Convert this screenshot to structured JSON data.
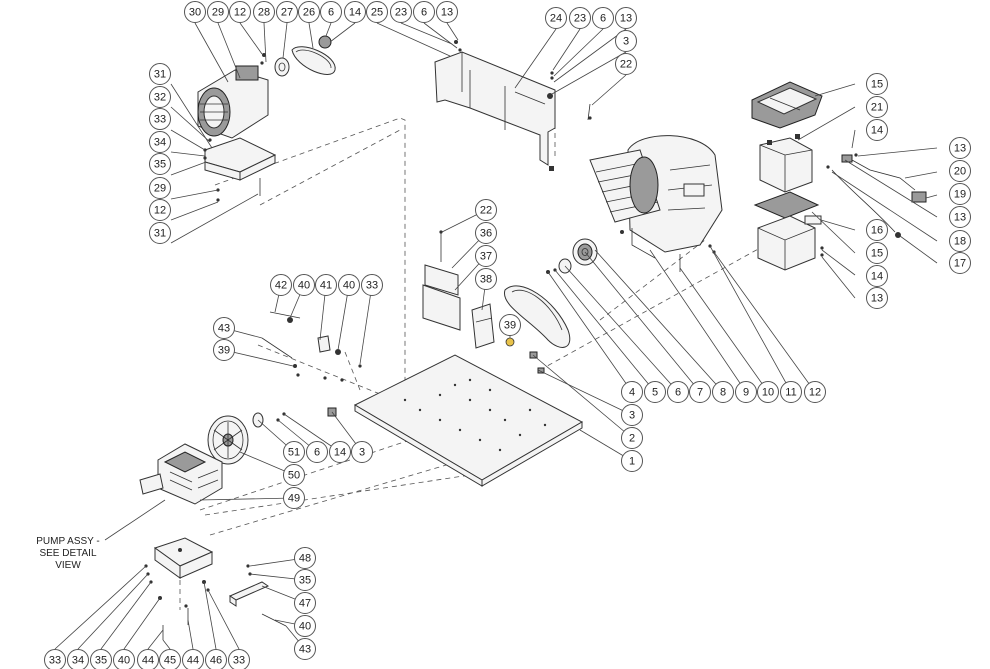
{
  "note": {
    "lines": [
      "PUMP ASSY -",
      "SEE DETAIL",
      "VIEW"
    ]
  },
  "balloons": [
    "30",
    "29",
    "12",
    "28",
    "27",
    "26",
    "6",
    "14",
    "25",
    "23",
    "6",
    "13",
    "24",
    "23",
    "6",
    "13",
    "3",
    "22",
    "31",
    "32",
    "33",
    "34",
    "35",
    "29",
    "12",
    "31",
    "15",
    "21",
    "14",
    "13",
    "20",
    "19",
    "13",
    "18",
    "17",
    "16",
    "15",
    "14",
    "13",
    "22",
    "36",
    "37",
    "38",
    "39",
    "42",
    "40",
    "41",
    "40",
    "33",
    "43",
    "39",
    "4",
    "5",
    "6",
    "7",
    "8",
    "9",
    "10",
    "11",
    "12",
    "3",
    "2",
    "1",
    "51",
    "6",
    "14",
    "3",
    "50",
    "49",
    "48",
    "35",
    "47",
    "40",
    "43",
    "33",
    "34",
    "35",
    "40",
    "44",
    "45",
    "44",
    "46",
    "33"
  ]
}
